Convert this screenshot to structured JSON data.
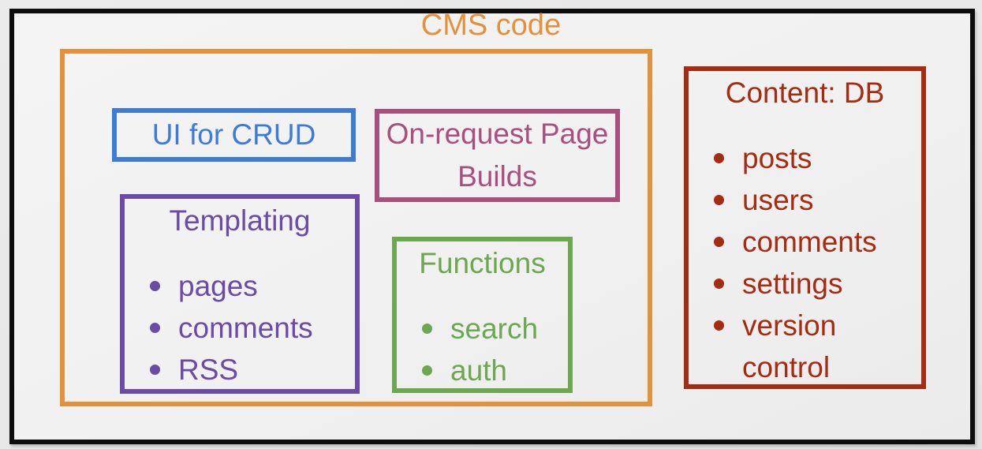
{
  "colors": {
    "frame": "#0d0d0d",
    "orange": "#e2923b",
    "blue": "#3c7bd8",
    "magenta": "#a94f7e",
    "purple": "#6a4ba5",
    "green": "#6ba84f",
    "red": "#a62b10"
  },
  "cms": {
    "title": "CMS code",
    "ui_crud": {
      "label": "UI for CRUD"
    },
    "on_request": {
      "label": "On-request Page Builds"
    },
    "templating": {
      "title": "Templating",
      "items": [
        "pages",
        "comments",
        "RSS"
      ]
    },
    "functions": {
      "title": "Functions",
      "items": [
        "search",
        "auth"
      ]
    }
  },
  "content_db": {
    "title": "Content: DB",
    "items": [
      "posts",
      "users",
      "comments",
      "settings",
      "version control"
    ]
  }
}
